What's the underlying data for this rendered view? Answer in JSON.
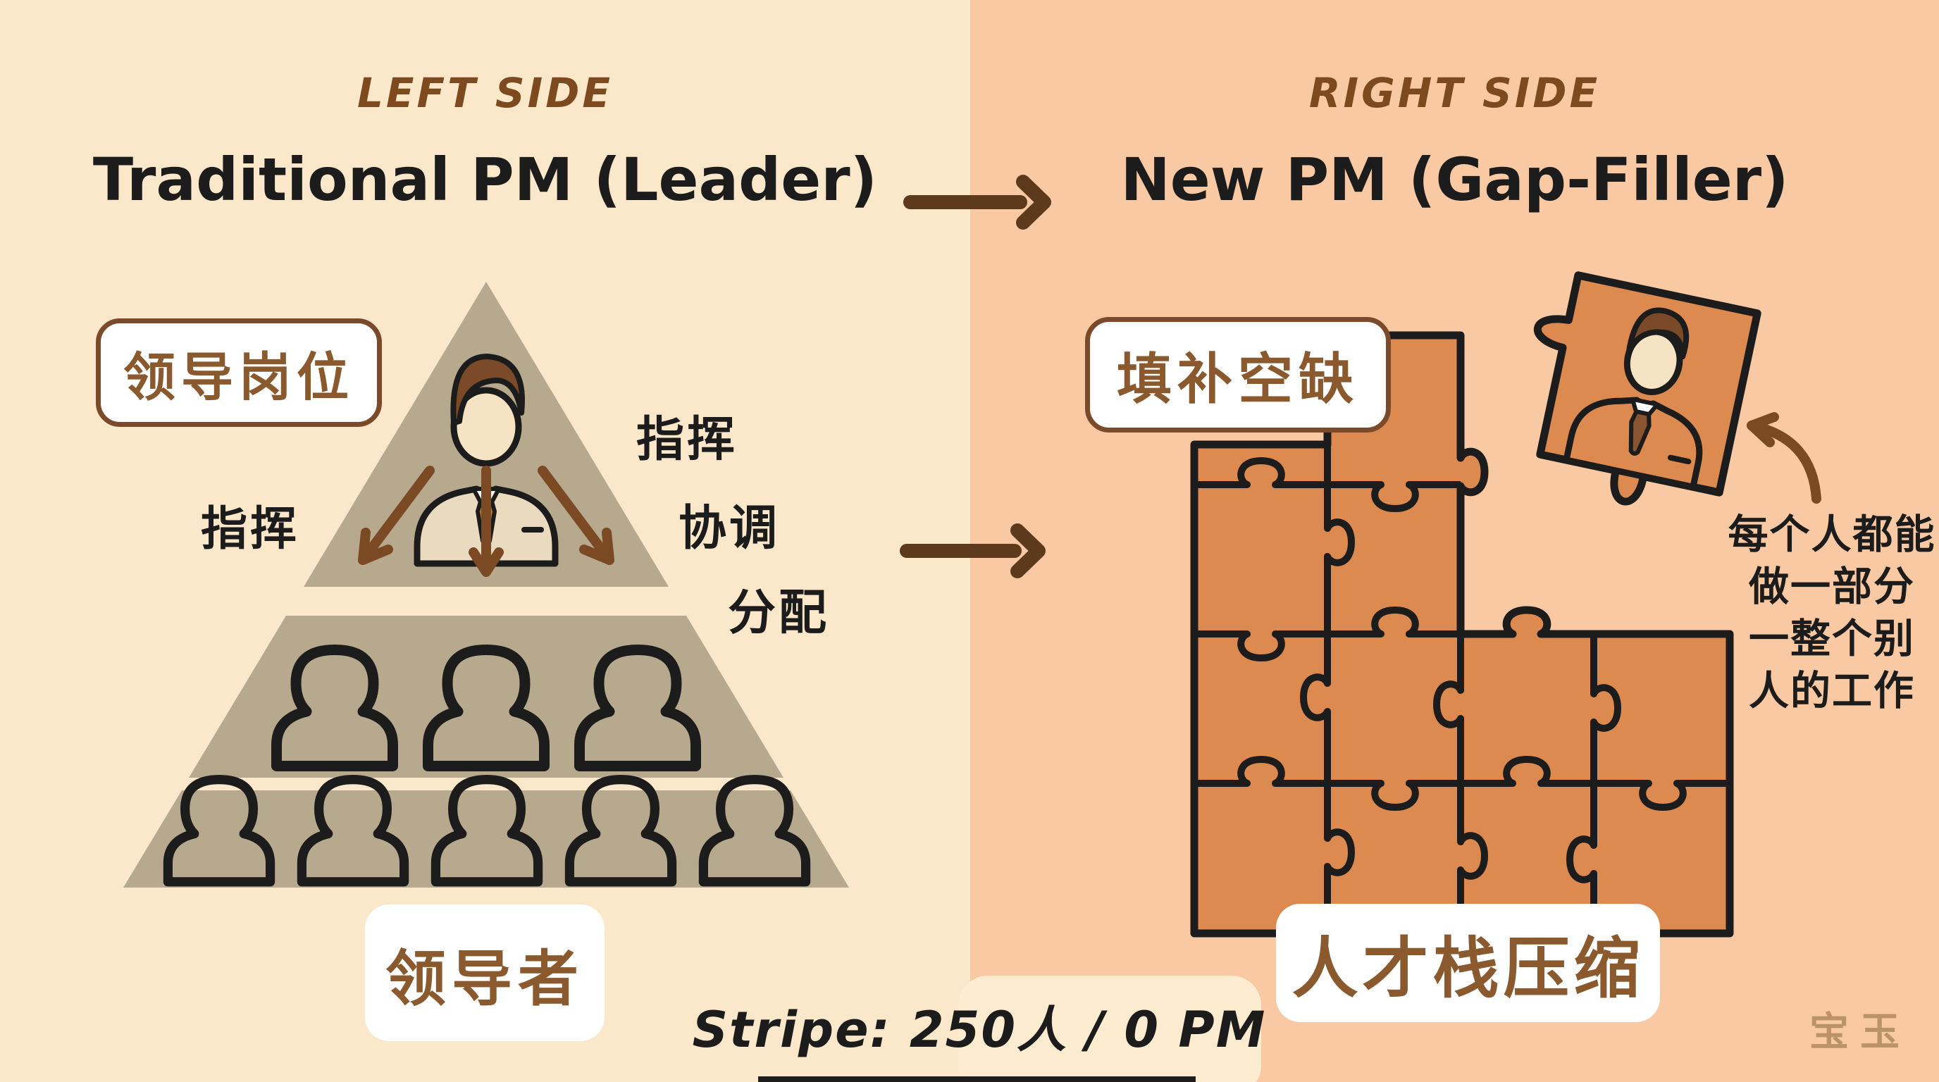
{
  "colors": {
    "bg_left": "#fbe7ca",
    "bg_right": "#f8c9a2",
    "band_tan": "#b7a98e",
    "puzzle_orange": "#dc8a4f",
    "ink": "#1c1c1c",
    "brown_heading": "#7d4a20",
    "brown_text": "#8a5a2e",
    "box_border": "#7a4a2a",
    "arrow_brown": "#7b4a24",
    "arrow_dark": "#5e3a1c",
    "badge_bg": "#ffffff",
    "caption_pill": "#fdecd0",
    "face": "#f6e3c4",
    "hair": "#7b4a28",
    "tie_orange": "#cd7a35",
    "tie_brown": "#8a5430",
    "suit_cream": "#eadbc0",
    "watermark": "#b08a62"
  },
  "header": {
    "left": {
      "eyebrow": "LEFT SIDE",
      "title": "Traditional PM (Leader)"
    },
    "right": {
      "eyebrow": "RIGHT SIDE",
      "title": "New PM (Gap-Filler)"
    }
  },
  "left_panel": {
    "role_badge": "领导岗位",
    "side_label_left": "指挥",
    "side_labels_right": [
      "指挥",
      "协调",
      "分配"
    ],
    "bottom_badge": "领导者",
    "icons": {
      "leader": "leader-avatar-icon",
      "member": "person-bust-icon",
      "pyramid": "pyramid-bands",
      "delegate_arrows": "down-arrows-icon"
    }
  },
  "right_panel": {
    "gap_badge": "填补空缺",
    "note_lines": [
      "每个人都能",
      "做一部分",
      "一整个别",
      "人的工作"
    ],
    "bottom_badge": "人才栈压缩",
    "watermark": "宝玉",
    "icons": {
      "puzzle": "puzzle-grid-icon",
      "floating_piece": "puzzle-piece-avatar-icon",
      "pointer": "curved-arrow-icon"
    }
  },
  "transition": {
    "icon": "right-arrow-icon"
  },
  "footer": {
    "caption": "Stripe: 250人 / 0 PM"
  }
}
